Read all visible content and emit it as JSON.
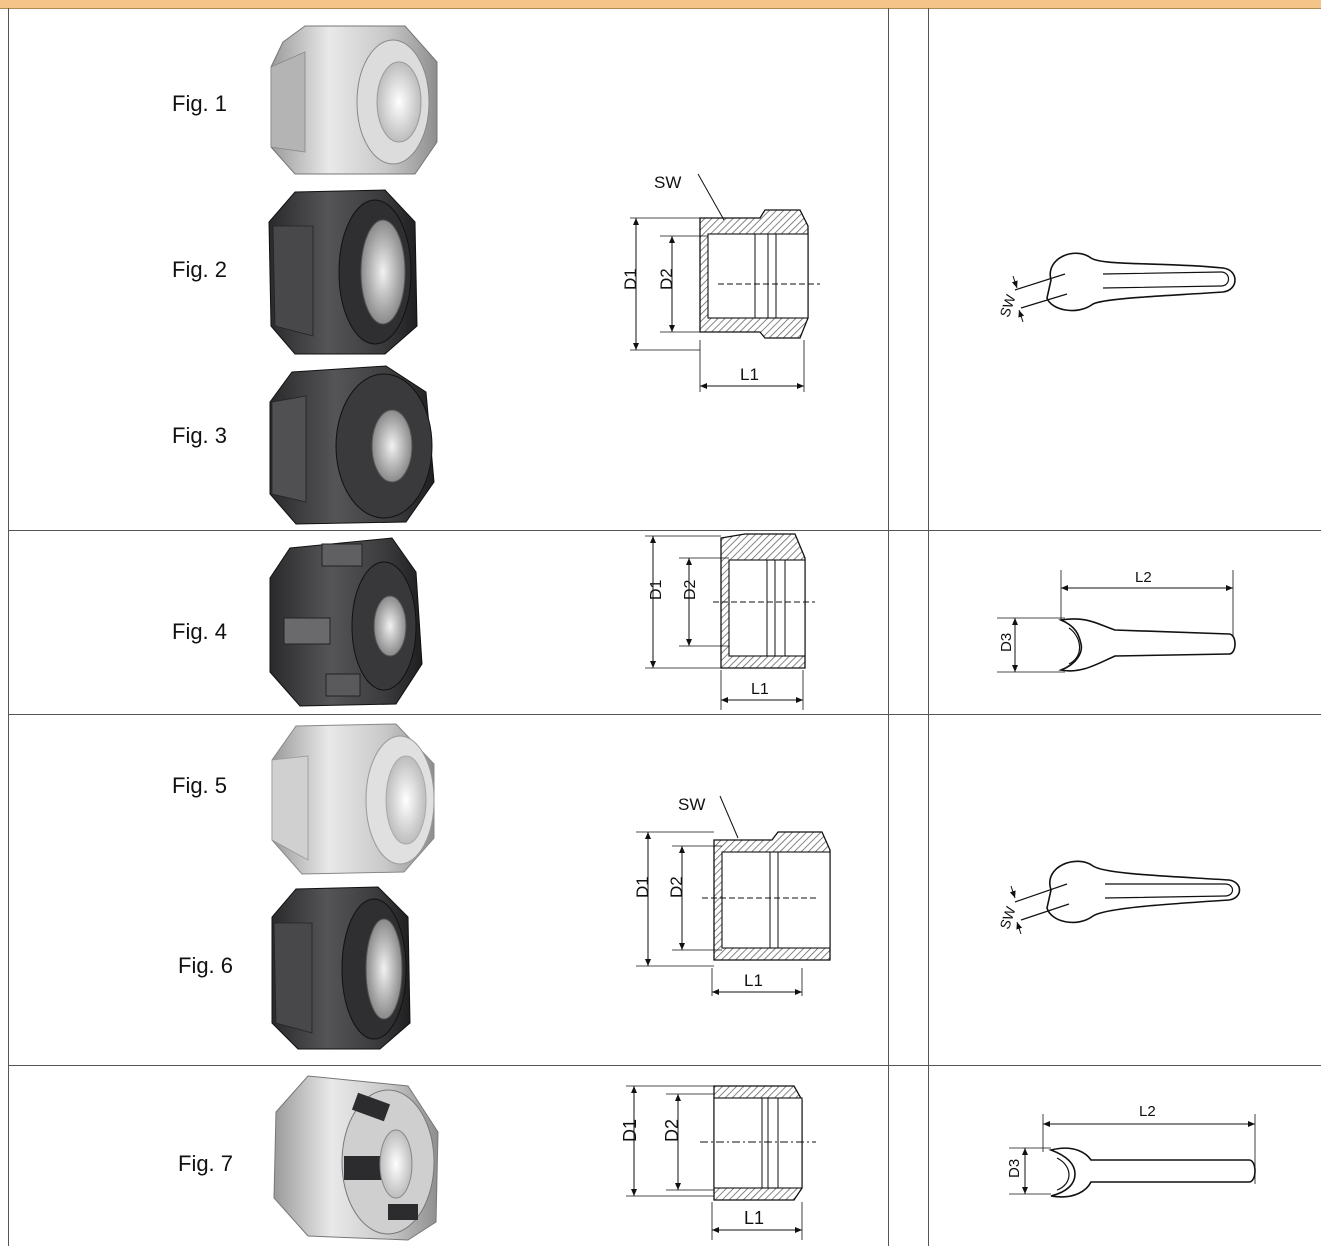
{
  "figures": [
    {
      "label": "Fig. 1",
      "finish": "bright steel"
    },
    {
      "label": "Fig. 2",
      "finish": "black oxide"
    },
    {
      "label": "Fig. 3",
      "finish": "black oxide"
    },
    {
      "label": "Fig. 4",
      "finish": "black oxide"
    },
    {
      "label": "Fig. 5",
      "finish": "bright steel"
    },
    {
      "label": "Fig. 6",
      "finish": "black oxide"
    },
    {
      "label": "Fig. 7",
      "finish": "bright steel"
    }
  ],
  "dims": {
    "sw": "SW",
    "sw_wrench": "SW",
    "d1": "D1",
    "d2": "D2",
    "d3": "D3",
    "l1": "L1",
    "l2": "L2"
  },
  "colors": {
    "header_bar": "#f5c489",
    "steel": "#cfcfcf",
    "black_oxide": "#3a3a3c",
    "hatch": "#555555"
  }
}
